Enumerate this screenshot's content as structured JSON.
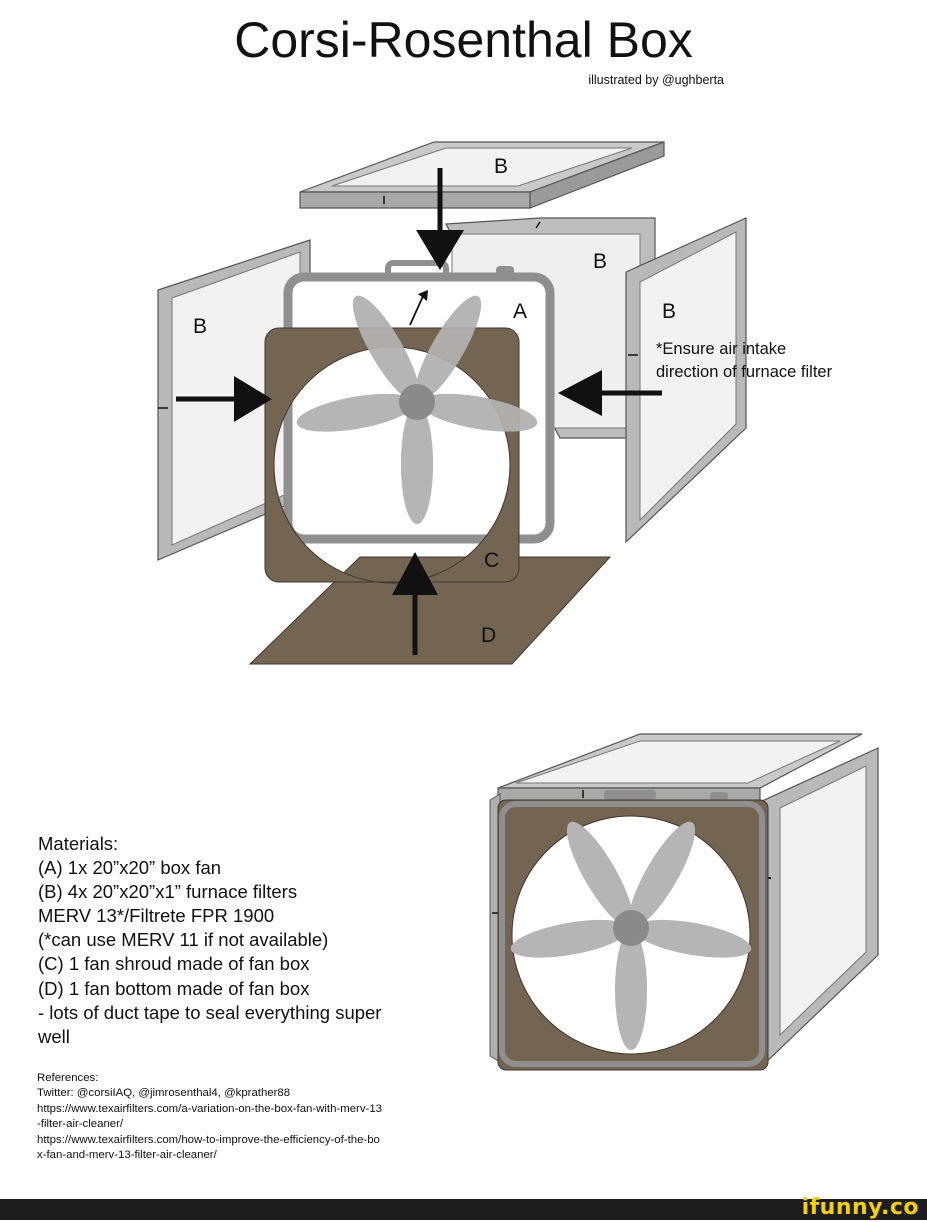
{
  "header": {
    "title": "Corsi-Rosenthal Box",
    "credit": "illustrated by @ughberta"
  },
  "diagram": {
    "labels": {
      "fan": "A",
      "filter": "B",
      "shroud": "C",
      "bottom": "D"
    },
    "note_line1": "*Ensure air intake",
    "note_line2": "direction of furnace filter",
    "colors": {
      "cardboard": "#746553",
      "filter_frame": "#b9b9b9",
      "filter_panel": "#efefef",
      "fan_housing": "#8f8f8f",
      "fan_blade": "#b5b5b5",
      "fan_hub": "#8a8a8a",
      "arrow": "#111111"
    }
  },
  "materials": {
    "heading": "Materials:",
    "lines": [
      "(A) 1x 20”x20” box fan",
      "(B) 4x 20”x20”x1” furnace filters",
      "MERV 13*/Filtrete FPR 1900",
      "(*can use MERV 11 if not available)",
      "(C) 1 fan shroud made of fan box",
      "(D) 1 fan bottom made of fan box",
      "- lots of duct tape to seal everything super",
      "well"
    ]
  },
  "references": {
    "heading": "References:",
    "lines": [
      "Twitter: @corsiIAQ, @jimrosenthal4, @kprather88",
      "https://www.texairfilters.com/a-variation-on-the-box-fan-with-merv-13",
      "-filter-air-cleaner/",
      "https://www.texairfilters.com/how-to-improve-the-efficiency-of-the-bo",
      "x-fan-and-merv-13-filter-air-cleaner/"
    ]
  },
  "footer": {
    "logo": "ifunny.co"
  }
}
